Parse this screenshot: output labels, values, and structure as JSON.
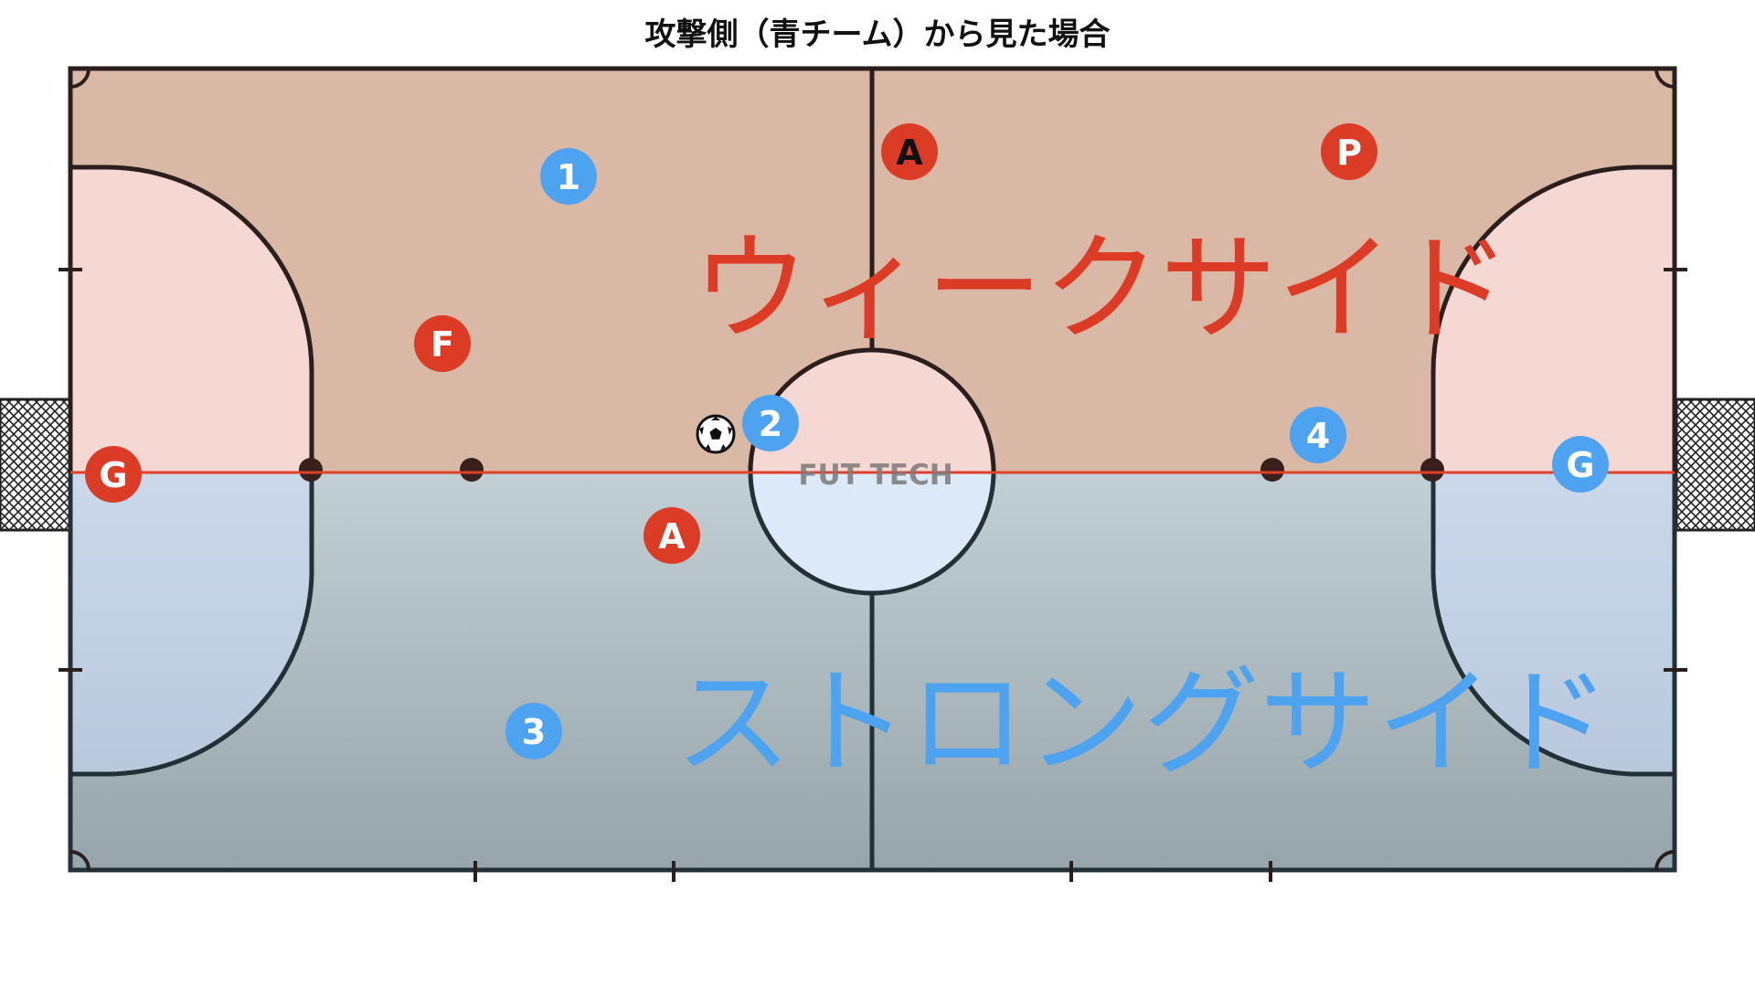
{
  "title": "攻撃側（青チーム）から見た場合",
  "court": {
    "weak_side_label": "ウィークサイド",
    "strong_side_label": "ストロングサイド",
    "watermark": "FUT TECH"
  },
  "colors": {
    "weak_side_fill": "#d9b8a5",
    "weak_area_fill": "#f5d8d3",
    "strong_side_top": "#c2d0d5",
    "strong_side_bottom": "#97a5ab",
    "strong_area_top": "#dce9f8",
    "strong_area_bottom": "#b9c8dc",
    "divider_line": "#e0402a",
    "court_lines": "#2b1f1d",
    "attacking_team": "#4ea3f0",
    "defending_team": "#dc3b26",
    "weak_label": "#dc3b26",
    "strong_label": "#4ea3f0",
    "text_on_marker": "#ffffff"
  },
  "markers": {
    "blue_1": "1",
    "blue_2": "2",
    "blue_3": "3",
    "blue_4": "4",
    "blue_goalkeeper": "G",
    "red_goalkeeper": "G",
    "red_f": "F",
    "red_a_top": "A",
    "red_a_bottom": "A",
    "red_p": "P"
  },
  "icons": {
    "ball": "soccer-ball-icon",
    "goal_left": "goal-net-icon",
    "goal_right": "goal-net-icon"
  }
}
